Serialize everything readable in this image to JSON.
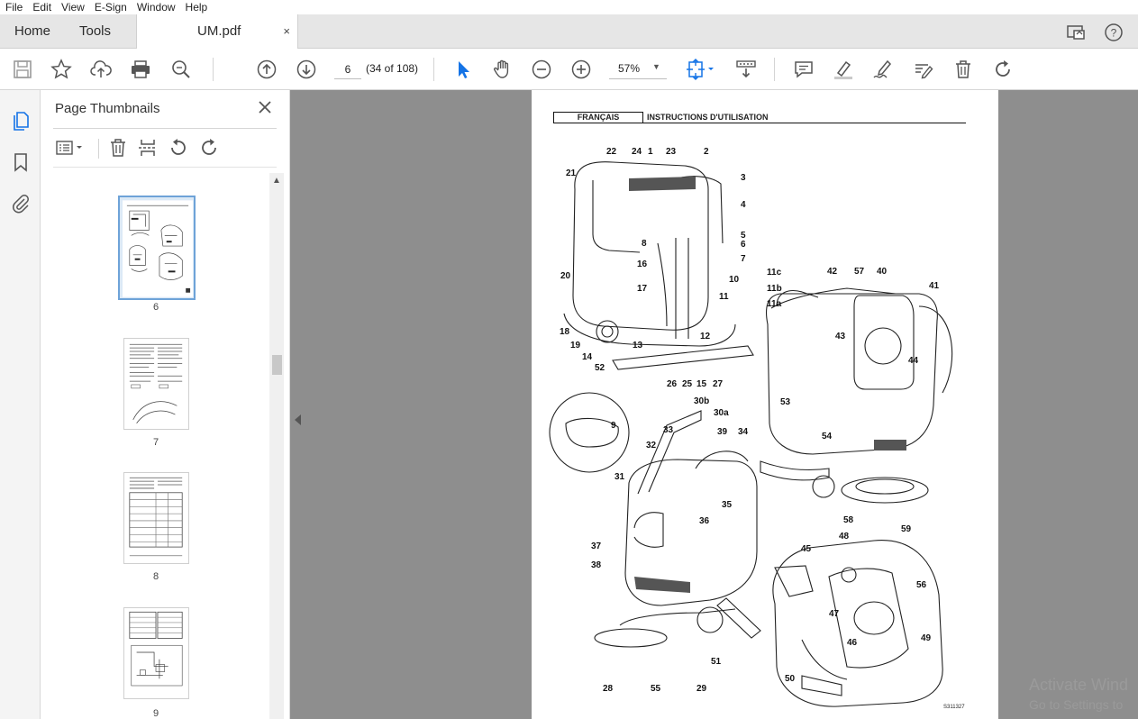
{
  "menu": [
    "File",
    "Edit",
    "View",
    "E-Sign",
    "Window",
    "Help"
  ],
  "tabs": {
    "home": "Home",
    "tools": "Tools",
    "document": "UM.pdf",
    "close": "×"
  },
  "toolbar": {
    "page_current": "6",
    "page_count": "(34 of 108)",
    "zoom": "57%"
  },
  "panel": {
    "title": "Page Thumbnails",
    "thumbnails": [
      {
        "page": "6",
        "selected": true
      },
      {
        "page": "7",
        "selected": false
      },
      {
        "page": "8",
        "selected": false
      },
      {
        "page": "9",
        "selected": false
      }
    ]
  },
  "document": {
    "language_box": "FRANÇAIS",
    "header_title": "INSTRUCTIONS D'UTILISATION",
    "figure_code": "S311327",
    "callouts": [
      "22",
      "24",
      "1",
      "23",
      "2",
      "3",
      "4",
      "5",
      "6",
      "7",
      "8",
      "16",
      "21",
      "20",
      "17",
      "10",
      "11",
      "11c",
      "11b",
      "11a",
      "42",
      "57",
      "40",
      "41",
      "43",
      "44",
      "18",
      "19",
      "14",
      "13",
      "12",
      "52",
      "25",
      "15",
      "27",
      "26",
      "53",
      "54",
      "58",
      "59",
      "30b",
      "30a",
      "9",
      "39",
      "34",
      "33",
      "32",
      "35",
      "36",
      "31",
      "37",
      "38",
      "45",
      "48",
      "47",
      "46",
      "56",
      "49",
      "51",
      "28",
      "55",
      "29",
      "50"
    ]
  },
  "watermark": {
    "line1": "Activate Wind",
    "line2": "Go to Settings to"
  },
  "colors": {
    "accent": "#1473e6",
    "doc_bg": "#8e8e8e",
    "thumb_selected": "#6ea3d8"
  }
}
